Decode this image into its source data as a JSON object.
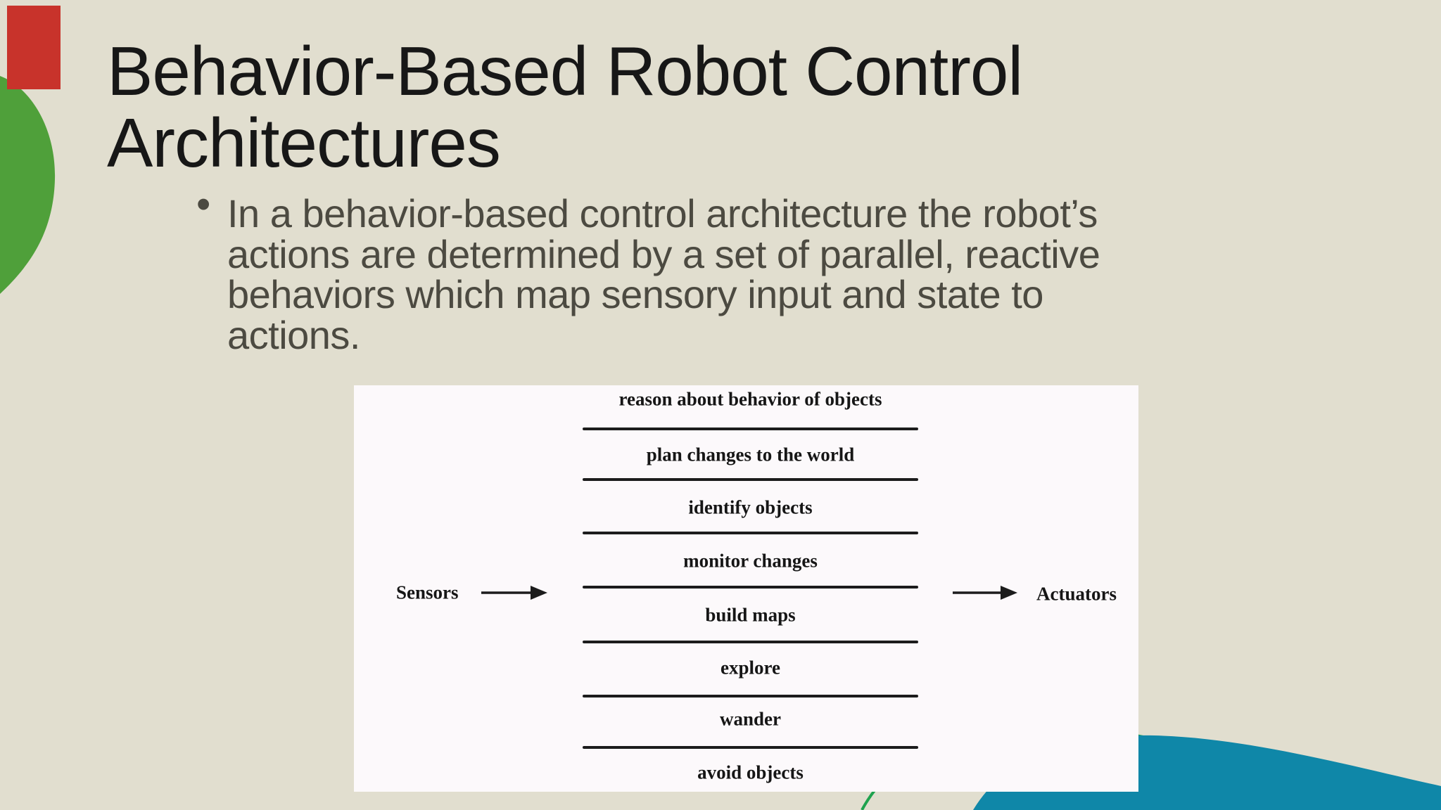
{
  "slide": {
    "title": {
      "lines": [
        "Behavior-Based Robot Control",
        "Architectures"
      ]
    },
    "bullet": {
      "marker": "•",
      "lines": [
        "In a behavior-based control architecture the robot’s",
        "actions are determined by a set of parallel, reactive",
        "behaviors which map sensory input and state to",
        "actions."
      ]
    }
  },
  "figure": {
    "behaviors": [
      "reason about behavior of objects",
      "plan changes to the world",
      "identify objects",
      "monitor changes",
      "build maps",
      "explore",
      "wander",
      "avoid objects"
    ],
    "input_label": "Sensors",
    "output_label": "Actuators"
  },
  "theme": {
    "background": "#e1decf",
    "title_color": "#171717",
    "body_text_color": "#4c4a41",
    "green_accent": "#4fa03a",
    "teal_accent": "#0f87a8",
    "green_line": "#1ea24e",
    "figure_background": "#fcf9fb",
    "figure_ink": "#1c1c1c",
    "red_marker": "#c8332b"
  }
}
